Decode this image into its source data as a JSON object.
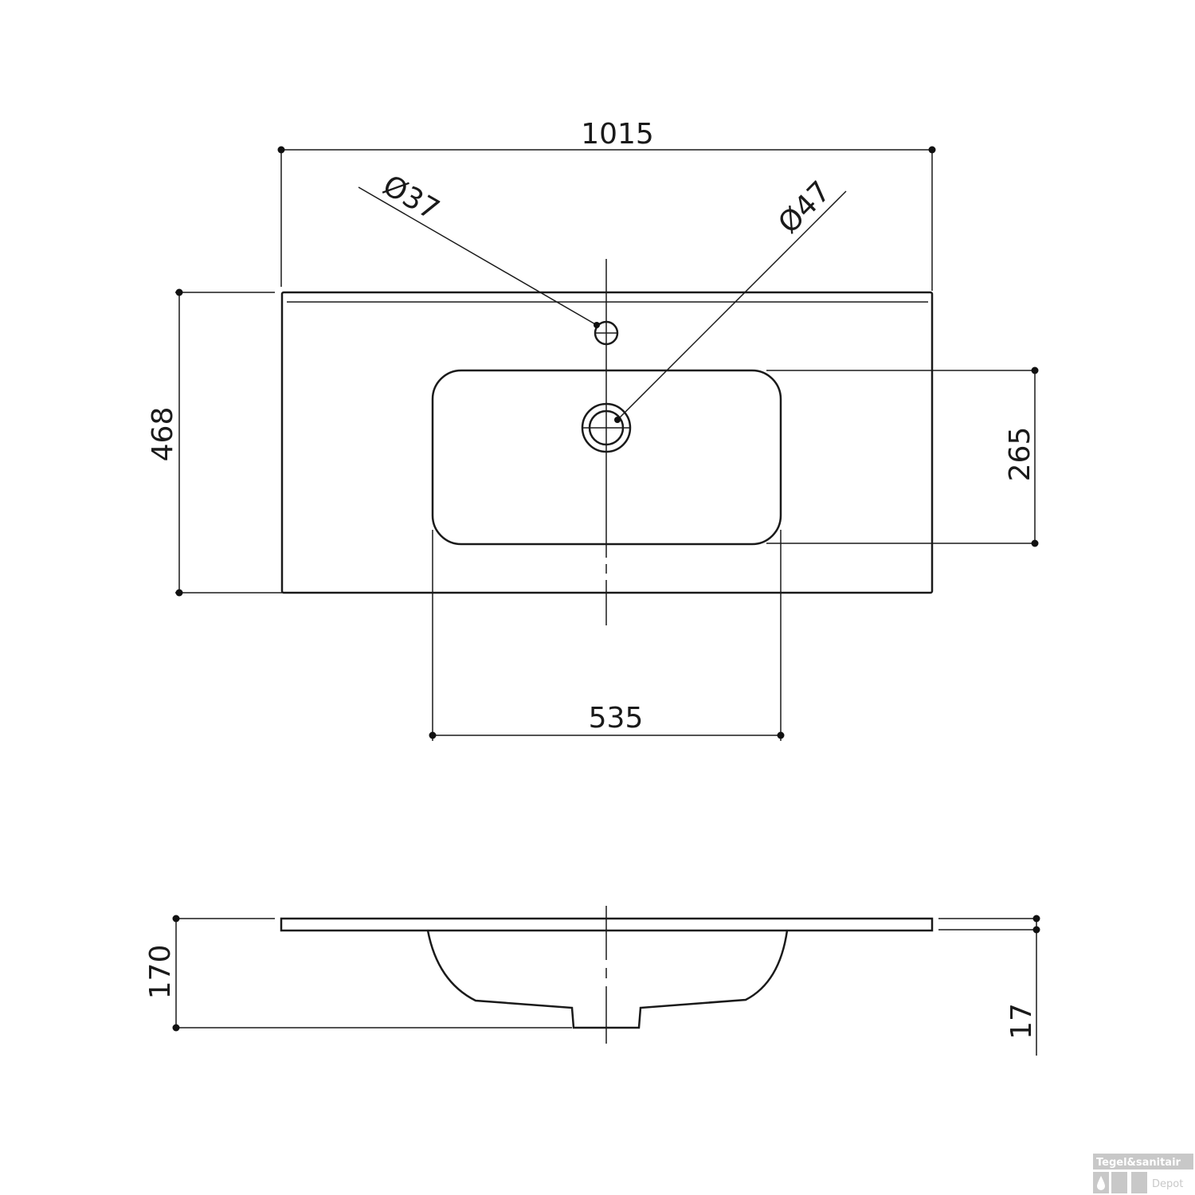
{
  "top_view": {
    "overall_width": "1015",
    "overall_depth": "468",
    "basin_width": "535",
    "basin_depth": "265",
    "tap_hole_diameter": "Ø37",
    "drain_diameter": "Ø47"
  },
  "side_view": {
    "overall_height": "170",
    "slab_thickness": "17"
  },
  "watermark": {
    "line1": "Tegel&sanitair",
    "line2": "Depot"
  },
  "colors": {
    "line": "#1a1a1a",
    "watermark": "#c8c8c8"
  }
}
